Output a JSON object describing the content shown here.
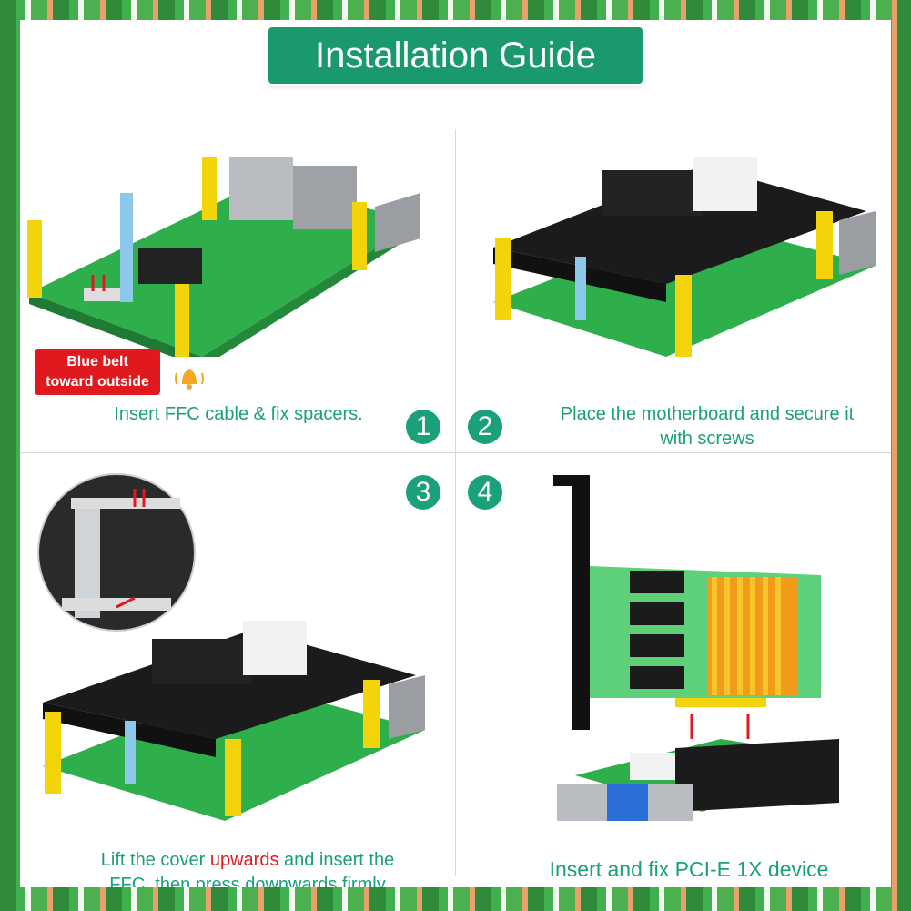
{
  "title": "Installation Guide",
  "steps": [
    {
      "number": "1",
      "caption": "Insert FFC cable & fix spacers."
    },
    {
      "number": "2",
      "caption_line1": "Place the motherboard and secure it",
      "caption_line2": "with screws"
    },
    {
      "number": "3",
      "caption_part1": "Lift the cover ",
      "caption_highlight": "upwards",
      "caption_part2": " and insert the",
      "caption_line2": "FFC, then press downwards firmly"
    },
    {
      "number": "4",
      "caption": "Insert and fix PCI-E 1X  device"
    }
  ],
  "badge": {
    "line1": "Blue belt",
    "line2": "toward outside"
  },
  "colors": {
    "accent": "#1aa07a",
    "title_bg": "#1a9a6c",
    "warning": "#e0191e",
    "board_green": "#2fae4c",
    "spacer_yellow": "#f3d40a"
  },
  "icons": [
    "bell-icon"
  ]
}
